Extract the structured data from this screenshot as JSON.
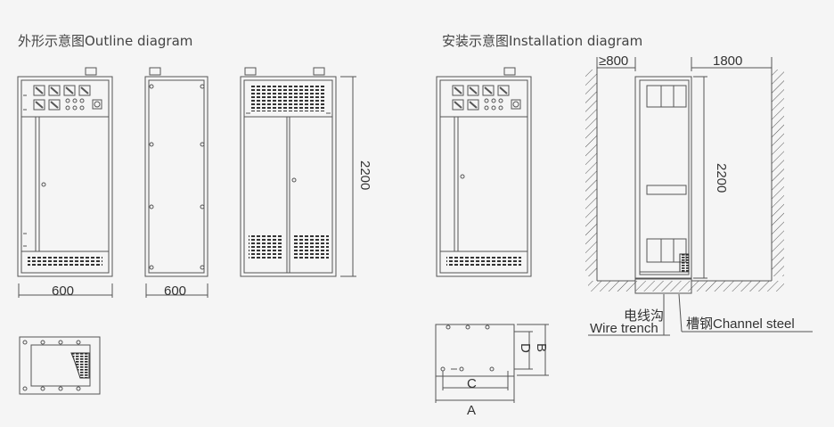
{
  "titles": {
    "outline": "外形示意图Outline diagram",
    "installation": "安装示意图Installation diagram"
  },
  "dimensions": {
    "front_width": "600",
    "side_depth": "600",
    "height_outline": "2200",
    "clearance_front": "≥800",
    "clearance_rear": "1800",
    "height_install": "2200",
    "base_a": "A",
    "base_b": "B",
    "base_c": "C",
    "base_d": "D"
  },
  "callouts": {
    "wire_trench": "电线沟\nWire trench",
    "wire_trench_cn": "电线沟",
    "wire_trench_en": "Wire trench",
    "channel_steel": "槽钢Channel steel"
  },
  "colors": {
    "line": "#555555",
    "background": "#f5f5f5"
  }
}
